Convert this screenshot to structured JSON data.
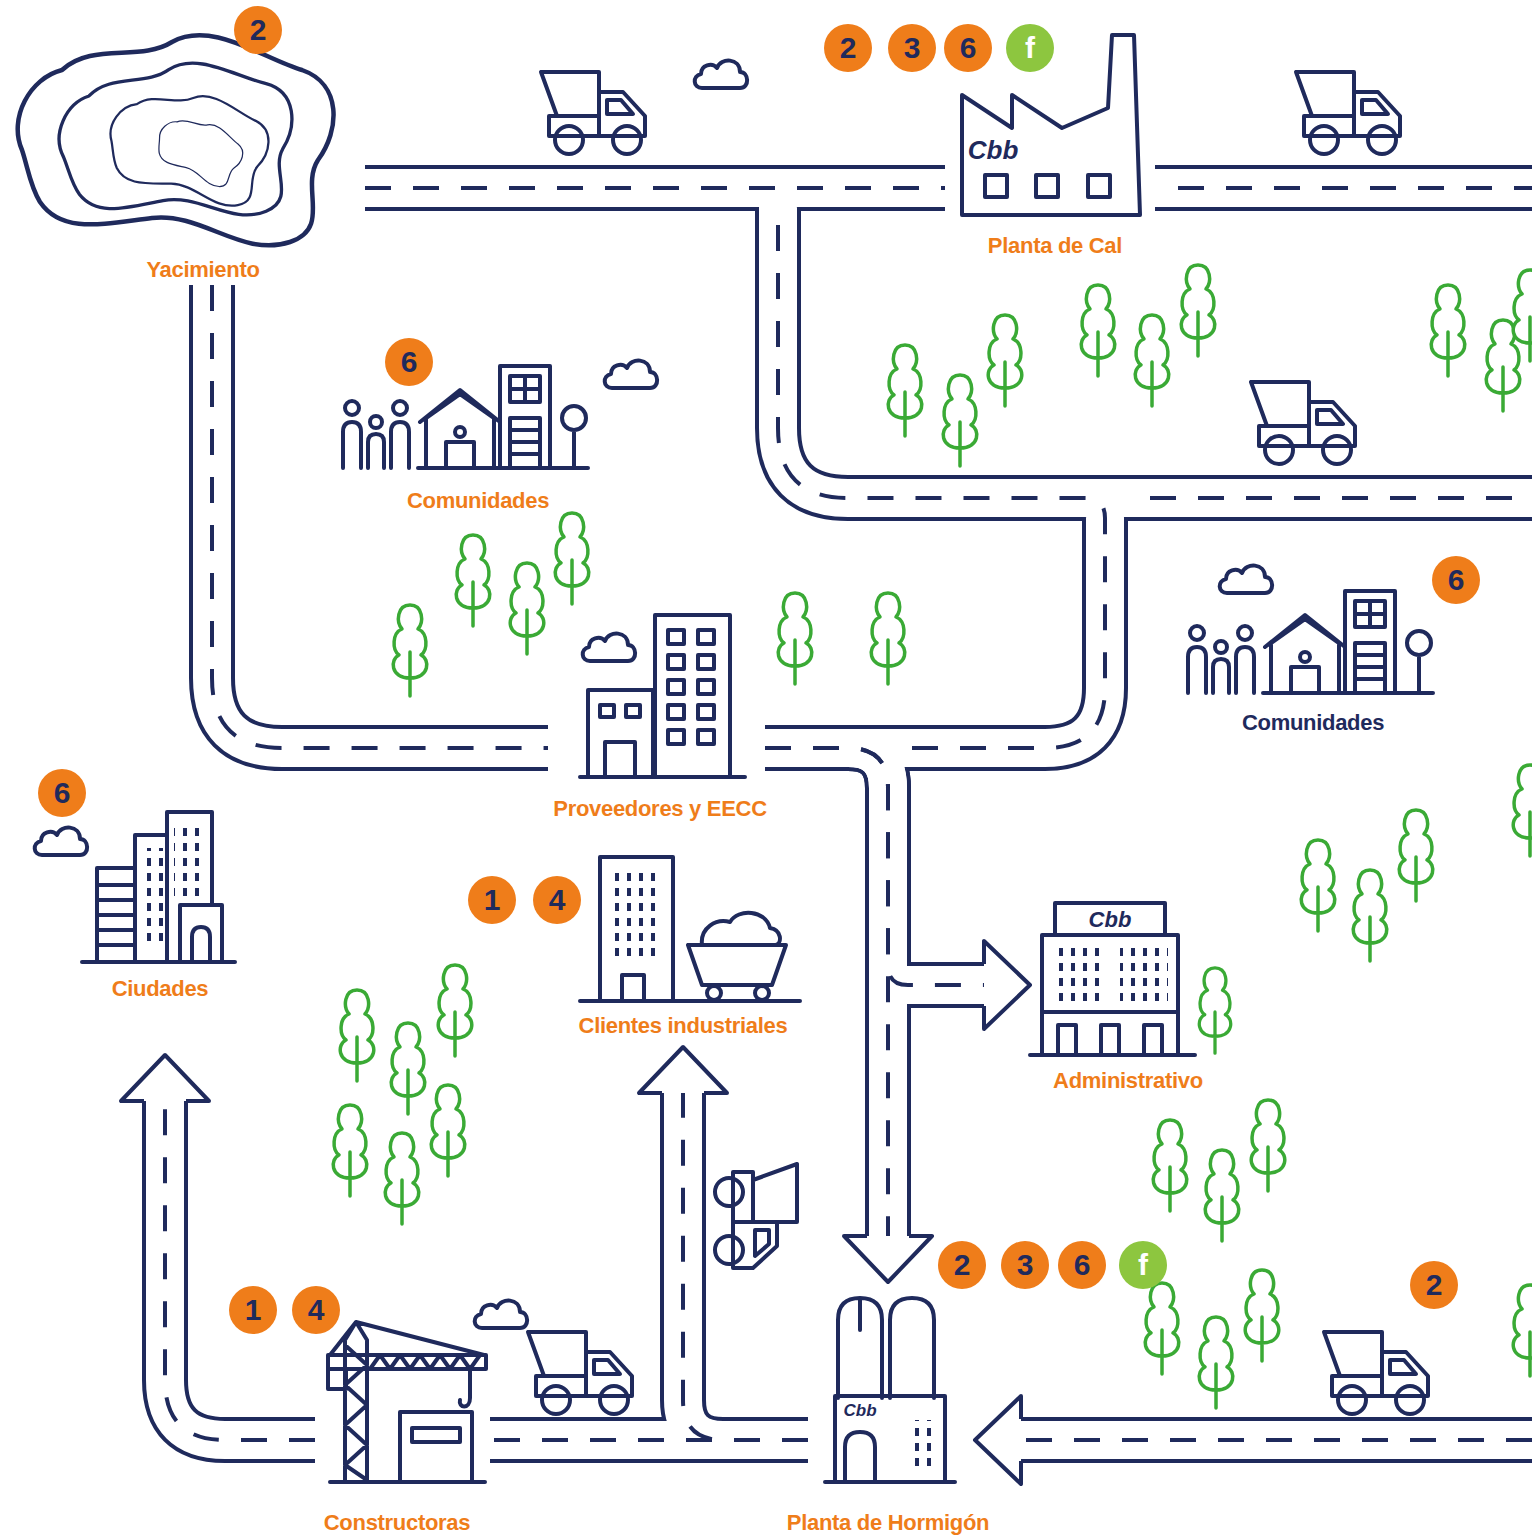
{
  "diagram": {
    "nodes": [
      {
        "text": [
          "Yacimiento"
        ]
      },
      {
        "text": [
          "Planta de Cal"
        ]
      },
      {
        "text": [
          "Comunidades"
        ]
      },
      {
        "text": [
          "Proveedores y EECC"
        ]
      },
      {
        "text": [
          "Comunidades"
        ]
      },
      {
        "text": [
          "Ciudades"
        ]
      },
      {
        "text": [
          "Clientes industriales"
        ]
      },
      {
        "text": [
          "Administrativo"
        ]
      },
      {
        "text": [
          "Constructoras"
        ]
      },
      {
        "text": [
          "Planta de Hormigón"
        ]
      }
    ],
    "edges": [
      {
        "from": 0,
        "to": 1,
        "arrow": "none"
      },
      {
        "from": 0,
        "to": 3,
        "arrow": "none"
      },
      {
        "from": 3,
        "to": 1,
        "arrow": "none"
      },
      {
        "from": 3,
        "to": 7,
        "arrow": "to"
      },
      {
        "from": 3,
        "to": 9,
        "arrow": "to"
      },
      {
        "from": 9,
        "to": 6,
        "arrow": "to"
      },
      {
        "from": 9,
        "to": 8,
        "arrow": "none"
      },
      {
        "from": 8,
        "to": 5,
        "arrow": "to"
      }
    ],
    "labels": [
      "2",
      "2",
      "3",
      "6",
      "f",
      "Cbb",
      "6",
      "6",
      "6",
      "1",
      "4",
      "Cbb",
      "2",
      "3",
      "6",
      "f",
      "2",
      "1",
      "4",
      "Cbb"
    ]
  }
}
